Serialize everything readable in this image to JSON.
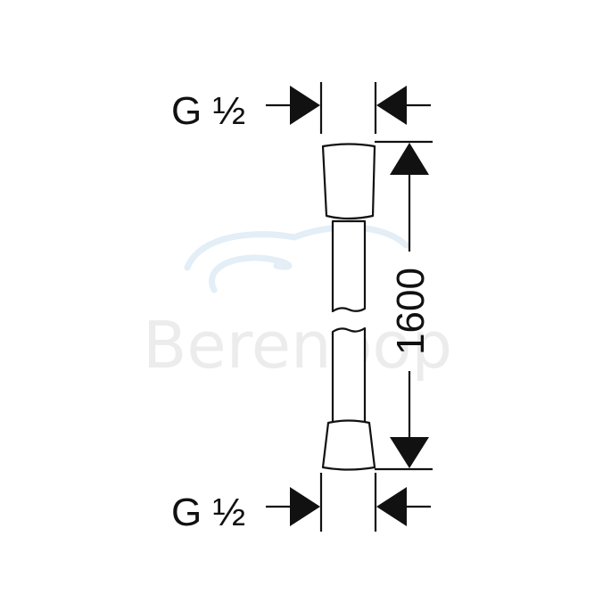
{
  "diagram": {
    "top_thread_label": "G ½",
    "bottom_thread_label": "G ½",
    "length_label": "1600"
  },
  "watermark": {
    "text": "Berenpop"
  },
  "colors": {
    "line": "#111111",
    "watermark": "#ececec",
    "watermark_logo": "#e3eef6",
    "background": "#ffffff"
  }
}
